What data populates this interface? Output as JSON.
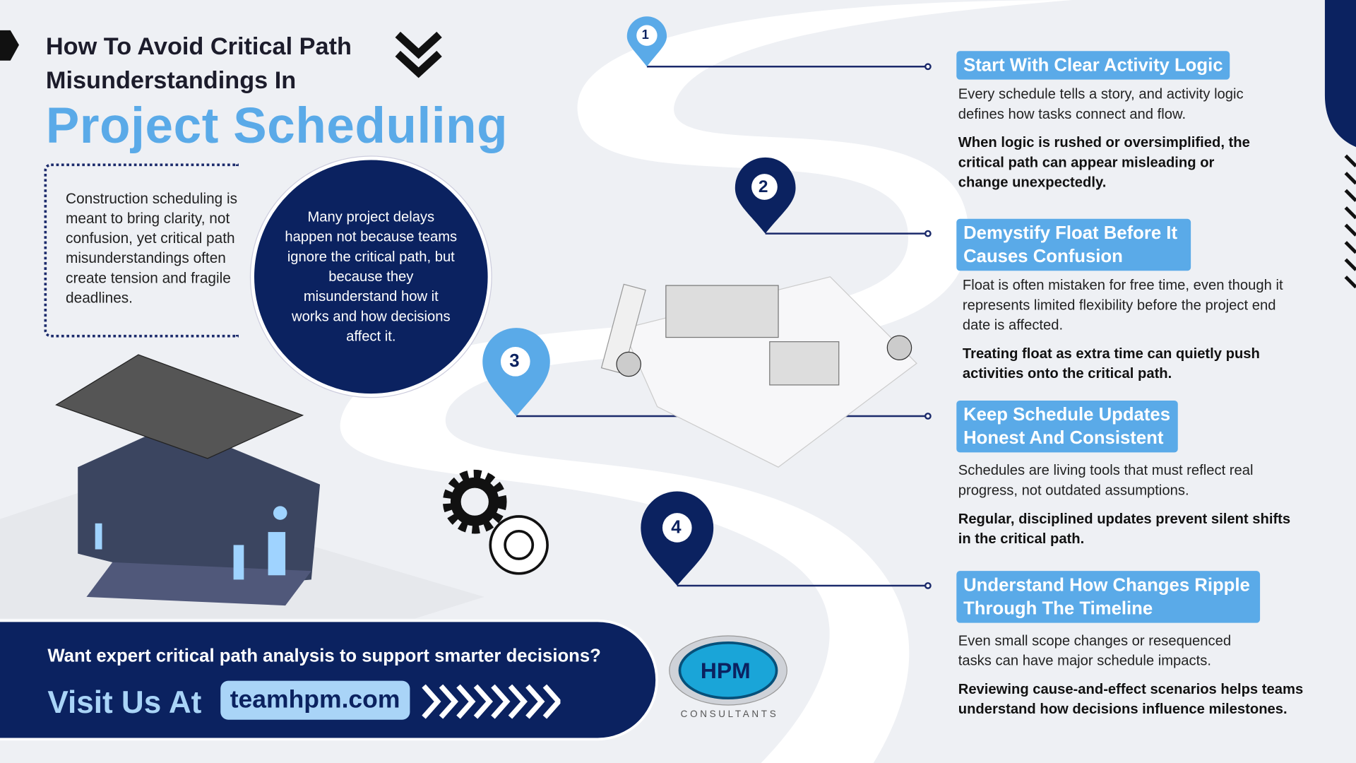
{
  "header": {
    "title_line1": "How To Avoid Critical Path",
    "title_line2": "Misunderstandings In",
    "title_main": "Project Scheduling"
  },
  "intro": {
    "text": "Construction scheduling is meant to bring clarity, not confusion, yet critical path misunderstandings often create tension and fragile deadlines."
  },
  "callout": {
    "text": "Many project delays happen not because teams ignore the critical path, but because they misunderstand how it works and how decisions affect it."
  },
  "steps": [
    {
      "number": "1",
      "heading": "Start With Clear Activity Logic",
      "body": "Every schedule tells a story, and activity logic defines how tasks connect and flow.",
      "emphasis": "When logic is rushed or oversimplified, the critical path can appear misleading or change unexpectedly."
    },
    {
      "number": "2",
      "heading": "Demystify Float Before It Causes Confusion",
      "body": "Float is often mistaken for free time, even though it represents limited flexibility before the project end date is affected.",
      "emphasis": "Treating float as extra time can quietly push activities onto the critical path."
    },
    {
      "number": "3",
      "heading": "Keep Schedule Updates Honest And Consistent",
      "body": "Schedules are living tools that must reflect real progress, not outdated assumptions.",
      "emphasis": "Regular, disciplined updates prevent silent shifts in the critical path."
    },
    {
      "number": "4",
      "heading": "Understand How Changes Ripple Through The Timeline",
      "body": "Even small scope changes or resequenced tasks can have major schedule impacts.",
      "emphasis": "Reviewing cause-and-effect scenarios helps teams understand how decisions influence milestones."
    }
  ],
  "cta": {
    "question": "Want expert critical path analysis to support smarter decisions?",
    "visit": "Visit Us At",
    "url": "teamhpm.com"
  },
  "logo": {
    "mark": "HPM",
    "subtitle": "CONSULTANTS"
  },
  "colors": {
    "navy": "#0b2260",
    "accent": "#5aaae8",
    "background": "#eef0f4"
  }
}
